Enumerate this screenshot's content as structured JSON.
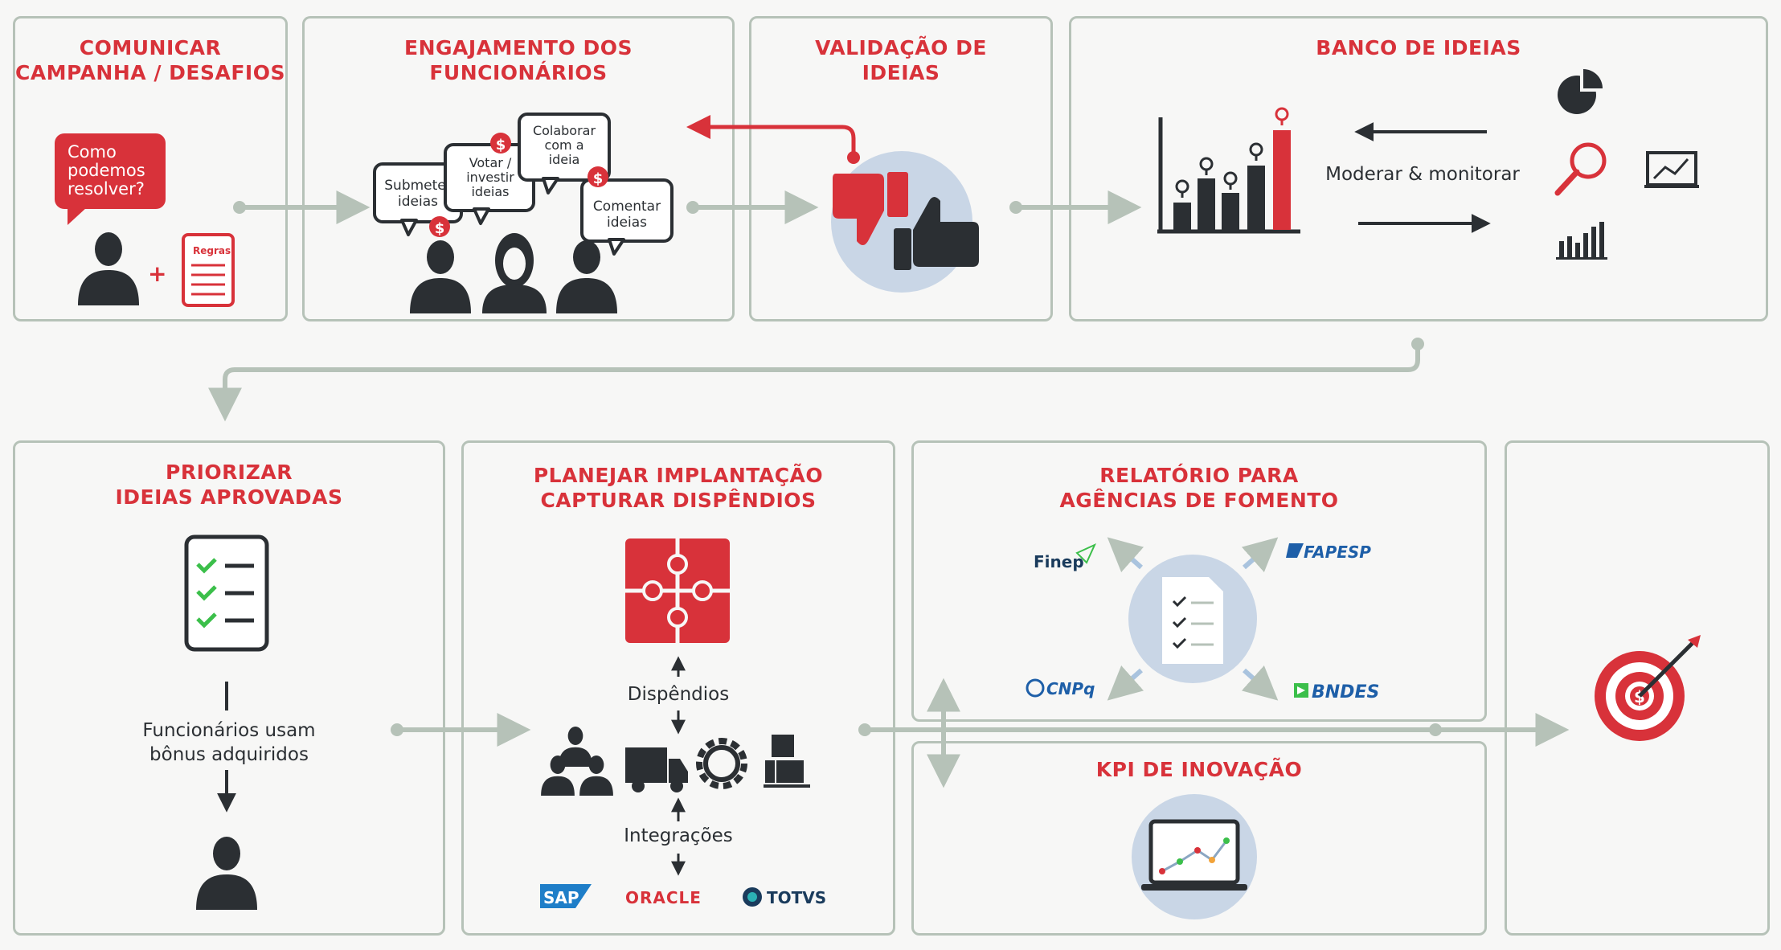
{
  "steps": {
    "comunicar": {
      "title_line1": "COMUNICAR",
      "title_line2": "CAMPANHA / DESAFIOS",
      "bubble_line1": "Como",
      "bubble_line2": "podemos",
      "bubble_line3": "resolver?",
      "plus": "+",
      "doc_label": "Regras"
    },
    "engajamento": {
      "title_line1": "ENGAJAMENTO DOS",
      "title_line2": "FUNCIONÁRIOS",
      "bubbles": [
        {
          "lines": [
            "Submeter",
            "ideias"
          ]
        },
        {
          "lines": [
            "Votar /",
            "investir",
            "ideias"
          ]
        },
        {
          "lines": [
            "Colaborar",
            "com a",
            "ideia"
          ]
        },
        {
          "lines": [
            "Comentar",
            "ideias"
          ]
        }
      ],
      "coin": "$"
    },
    "validacao": {
      "title_line1": "VALIDAÇÃO DE",
      "title_line2": "IDEIAS"
    },
    "banco": {
      "title": "BANCO DE IDEIAS",
      "action": "Moderar & monitorar"
    },
    "priorizar": {
      "title_line1": "PRIORIZAR",
      "title_line2": "IDEIAS APROVADAS",
      "note_line1": "Funcionários usam",
      "note_line2": "bônus adquiridos"
    },
    "planejar": {
      "title_line1": "PLANEJAR IMPLANTAÇÃO",
      "title_line2": "CAPTURAR DISPÊNDIOS",
      "label_dispendios": "Dispêndios",
      "label_integracoes": "Integrações",
      "partners": [
        "SAP",
        "ORACLE",
        "TOTVS"
      ]
    },
    "relatorio": {
      "title_line1": "RELATÓRIO PARA",
      "title_line2": "AGÊNCIAS DE FOMENTO",
      "agencies": [
        "Finep",
        "FAPESP",
        "CNPq",
        "BNDES"
      ]
    },
    "kpi": {
      "title": "KPI DE INOVAÇÃO"
    }
  },
  "colors": {
    "accent": "#d8323a",
    "dark": "#2b2f33",
    "flow": "#b6c2b8",
    "bubble_bg": "#c9d6e6"
  },
  "icons": [
    "person-icon",
    "document-icon",
    "speech-bubble-icon",
    "coin-icon",
    "thumbs-down-icon",
    "thumbs-up-icon",
    "bar-chart-icon",
    "lightbulb-icon",
    "pie-chart-icon",
    "magnifier-icon",
    "line-chart-icon",
    "checklist-icon",
    "puzzle-icon",
    "truck-icon",
    "gear-icon",
    "boxes-icon",
    "laptop-chart-icon",
    "target-icon"
  ]
}
